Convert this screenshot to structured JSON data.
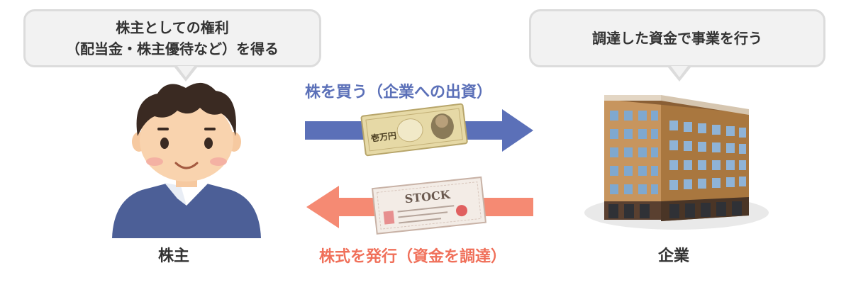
{
  "left_bubble": {
    "line1": "株主としての権利",
    "line2": "（配当金・株主優待など）を得る"
  },
  "right_bubble": {
    "text": "調達した資金で事業を行う"
  },
  "shareholder_label": "株主",
  "company_label": "企業",
  "buy_flow_label": "株を買う（企業への出資）",
  "issue_flow_label": "株式を発行（資金を調達）",
  "banknote_text": "壱万円",
  "certificate_text": "STOCK",
  "colors": {
    "buy_arrow": "#5b70b8",
    "issue_arrow": "#f58a73",
    "issue_text": "#f0705a",
    "bubble_fill": "#f2f2f2",
    "bubble_border": "#dcdcdc"
  }
}
